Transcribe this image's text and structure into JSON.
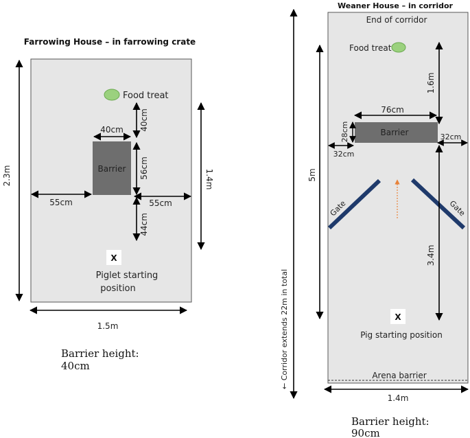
{
  "colors": {
    "enclosure_fill": "#e6e6e6",
    "enclosure_stroke": "#555555",
    "barrier_fill": "#6e6e6e",
    "food_treat": "#9bd17e",
    "gate": "#1f3a6b",
    "arrow_hint": "#e8823a",
    "dim_line": "#000000"
  },
  "farrowing": {
    "title": "Farrowing House – in farrowing crate",
    "food_treat_label": "Food treat",
    "barrier_label": "Barrier",
    "start_marker": "X",
    "start_label_line1": "Piglet starting",
    "start_label_line2": "position",
    "dims": {
      "height_total": "2.3m",
      "width_total": "1.5m",
      "right_span": "1.4m",
      "barrier_width": "40cm",
      "treat_gap": "40cm",
      "barrier_depth": "56cm",
      "start_gap": "44cm",
      "left_gap": "55cm",
      "right_gap": "55cm"
    },
    "note_line1": "Barrier height:",
    "note_line2": "40cm"
  },
  "weaner": {
    "title": "Weaner House – in corridor",
    "end_label": "End of corridor",
    "food_treat_label": "Food treat",
    "barrier_label": "Barrier",
    "gate_label": "Gate",
    "start_marker": "X",
    "start_label": "Pig starting position",
    "arena_label": "Arena barrier",
    "corridor_note": "← Corridor extends 22m in total",
    "dims": {
      "span_5m": "5m",
      "treat_gap": "1.6m",
      "barrier_width": "76cm",
      "barrier_depth": "28cm",
      "left_gap": "32cm",
      "right_gap": "32cm",
      "start_gap": "3.4m",
      "width_total": "1.4m"
    },
    "note_line1": "Barrier height:",
    "note_line2": "90cm"
  }
}
